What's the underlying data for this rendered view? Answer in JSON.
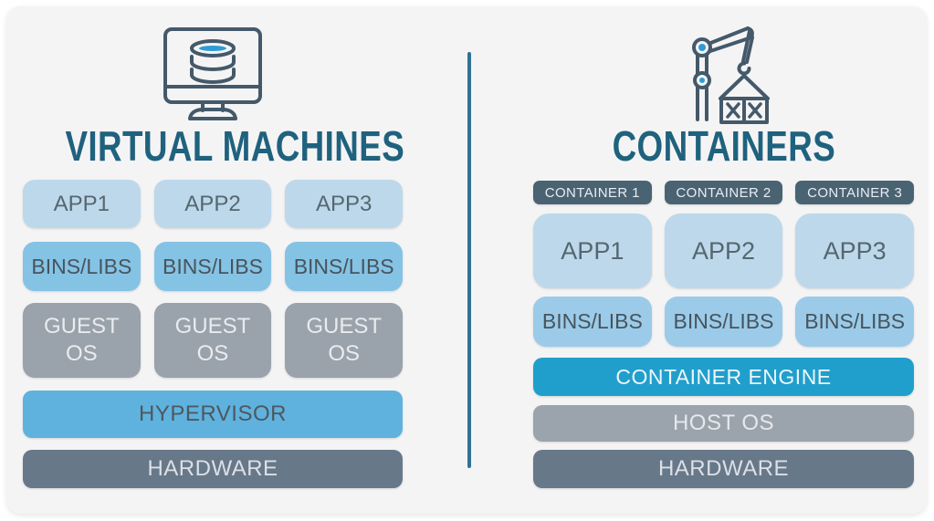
{
  "colors": {
    "panel_background": "#f5f4f5",
    "title_text": "#1f627e",
    "divider": "#2f7294",
    "icon_stroke": "#44596a",
    "icon_accent_blue": "#2d9cd8",
    "app_box": "#bdd8eb",
    "vm_bins_box": "#85c3e5",
    "container_bins_box": "#9bcbe9",
    "guest_os_box": "#9aa2ab",
    "hypervisor_box": "#5fb2de",
    "hardware_box": "#677889",
    "container_label": "#4a6372",
    "container_engine_box": "#209fcc",
    "host_os_box": "#9ba3ac"
  },
  "left": {
    "icon": "monitor-database-icon",
    "title": "VIRTUAL MACHINES",
    "apps": [
      "APP1",
      "APP2",
      "APP3"
    ],
    "bins_libs": [
      "BINS/LIBS",
      "BINS/LIBS",
      "BINS/LIBS"
    ],
    "guest_os": [
      "GUEST\nOS",
      "GUEST\nOS",
      "GUEST\nOS"
    ],
    "hypervisor": "HYPERVISOR",
    "hardware": "HARDWARE"
  },
  "right": {
    "icon": "crane-container-icon",
    "title": "CONTAINERS",
    "container_labels": [
      "CONTAINER 1",
      "CONTAINER 2",
      "CONTAINER 3"
    ],
    "apps": [
      "APP1",
      "APP2",
      "APP3"
    ],
    "bins_libs": [
      "BINS/LIBS",
      "BINS/LIBS",
      "BINS/LIBS"
    ],
    "container_engine": "CONTAINER ENGINE",
    "host_os": "HOST OS",
    "hardware": "HARDWARE"
  }
}
